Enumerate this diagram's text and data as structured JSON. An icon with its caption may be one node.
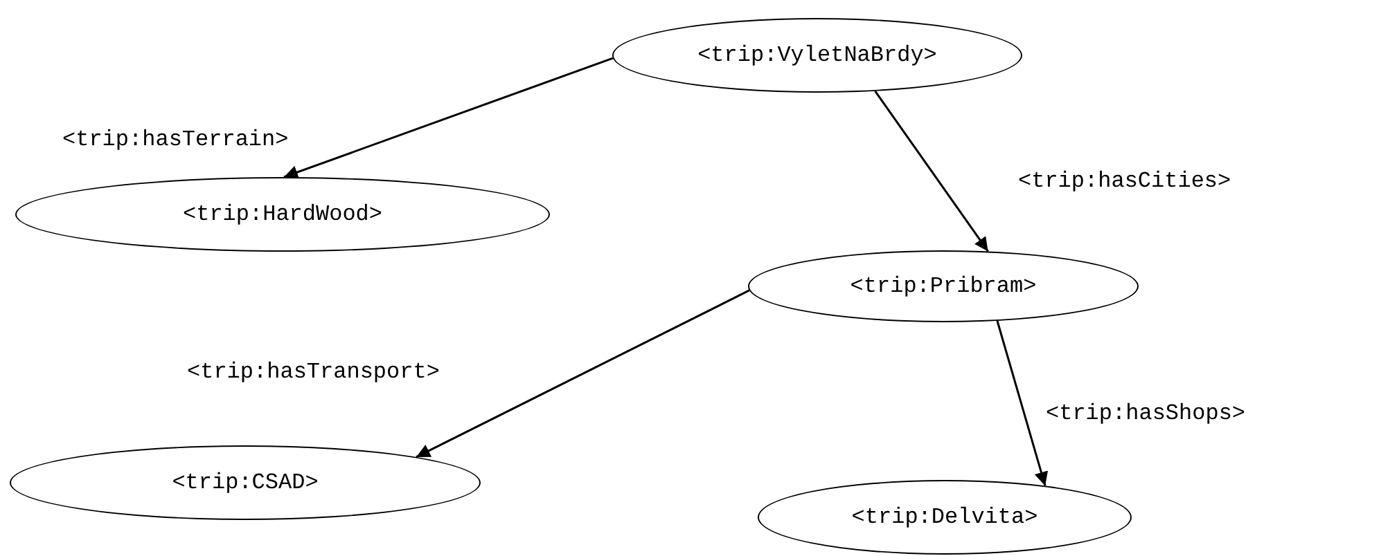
{
  "diagram": {
    "nodes": [
      {
        "text": [
          "<trip:VyletNaBrdy>"
        ]
      },
      {
        "text": [
          "<trip:HardWood>"
        ]
      },
      {
        "text": [
          "<trip:Pribram>"
        ]
      },
      {
        "text": [
          "<trip:CSAD>"
        ]
      },
      {
        "text": [
          "<trip:Delvita>"
        ]
      }
    ],
    "edges": [
      {
        "from": 0,
        "to": 1,
        "arrow": "to",
        "label": "<trip:hasTerrain>"
      },
      {
        "from": 0,
        "to": 2,
        "arrow": "to",
        "label": "<trip:hasCities>"
      },
      {
        "from": 2,
        "to": 3,
        "arrow": "to",
        "label": "<trip:hasTransport>"
      },
      {
        "from": 2,
        "to": 4,
        "arrow": "to",
        "label": "<trip:hasShops>"
      }
    ]
  }
}
